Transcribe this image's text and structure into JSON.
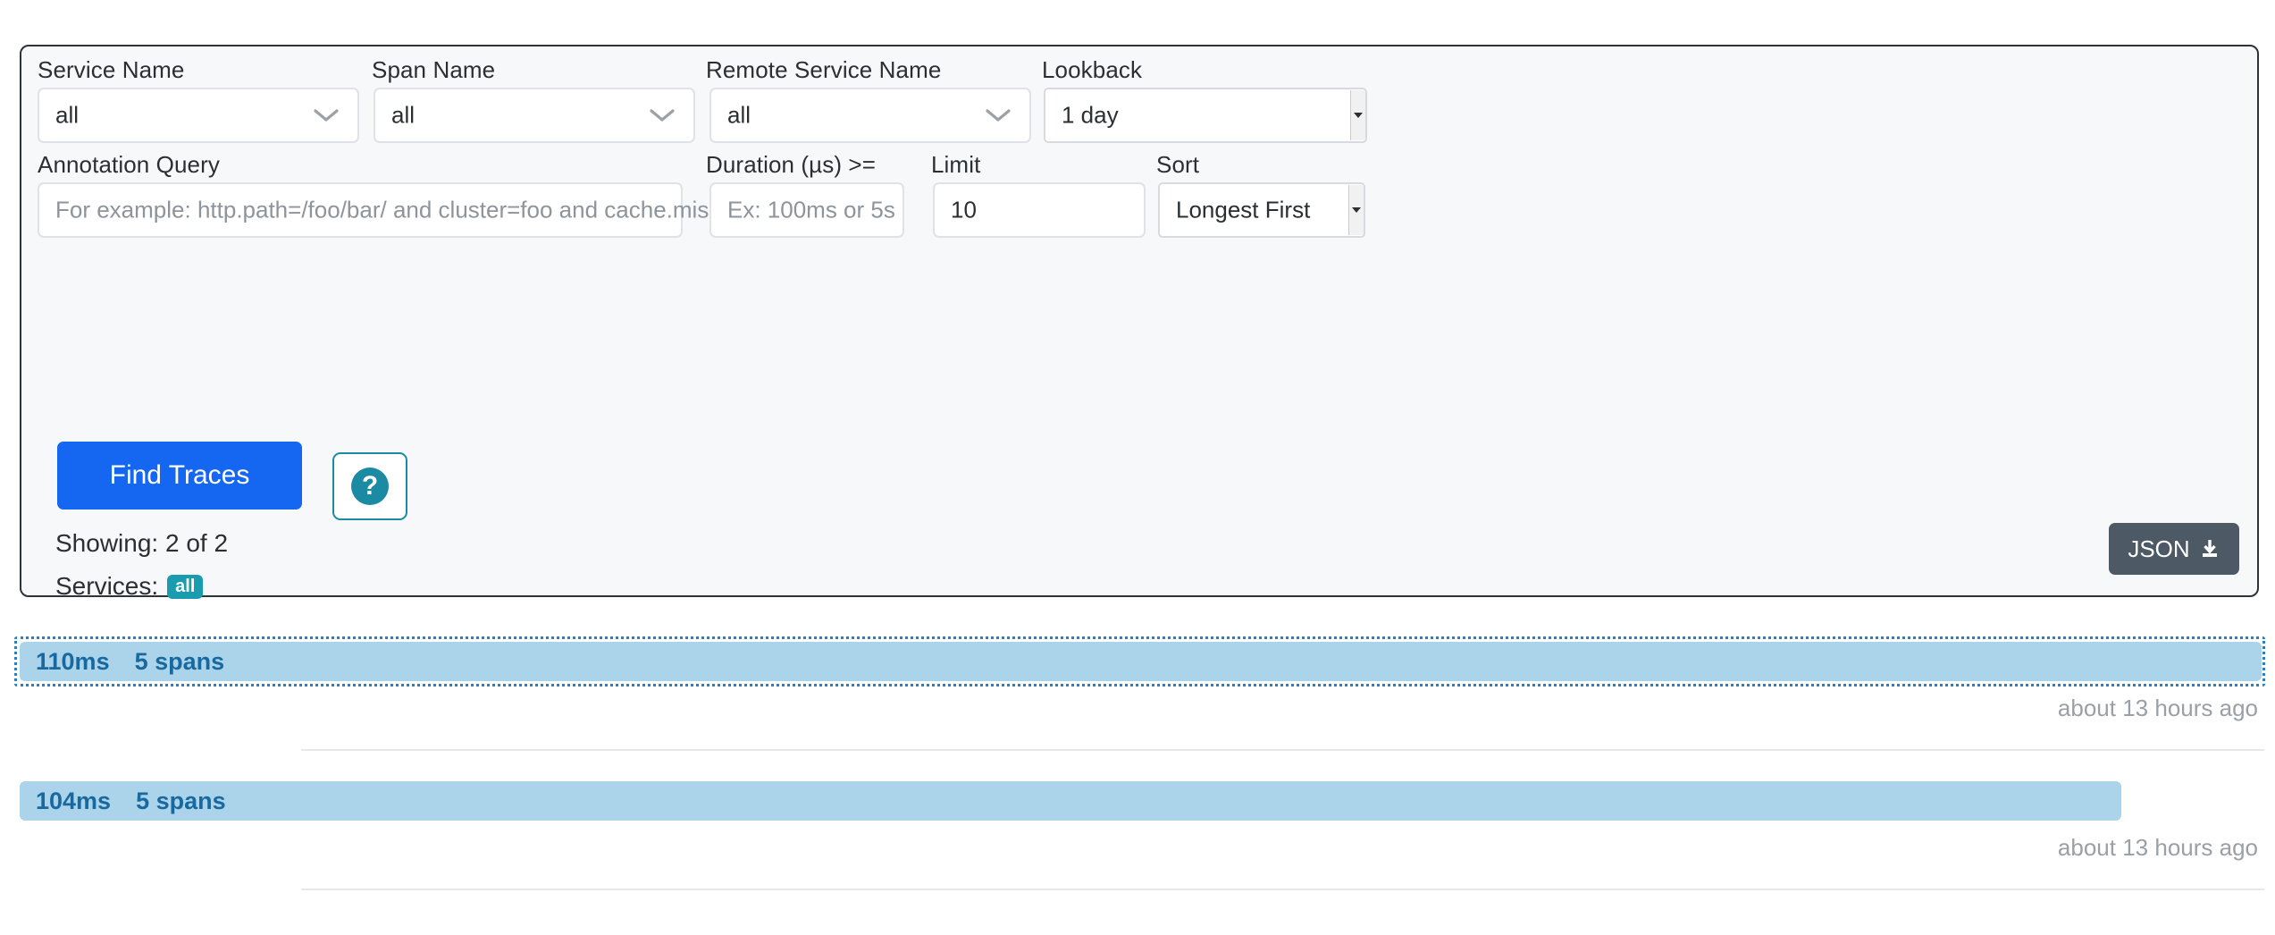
{
  "search": {
    "row1": [
      {
        "label": "Service Name",
        "value": "all",
        "is_placeholder": false,
        "icon": "chevron-down-icon"
      },
      {
        "label": "Span Name",
        "value": "all",
        "is_placeholder": false,
        "icon": "chevron-down-icon"
      },
      {
        "label": "Remote Service Name",
        "value": "all",
        "is_placeholder": false,
        "icon": "chevron-down-icon"
      },
      {
        "label": "Lookback",
        "value": "1 day",
        "is_placeholder": false,
        "icon": "select-arrow-icon"
      }
    ],
    "row2": [
      {
        "label": "Annotation Query",
        "value": "For example: http.path=/foo/bar/ and cluster=foo and cache.miss",
        "is_placeholder": true
      },
      {
        "label": "Duration (µs) >=",
        "value": "Ex: 100ms or 5s",
        "is_placeholder": true
      },
      {
        "label": "Limit",
        "value": "10",
        "is_placeholder": false
      },
      {
        "label": "Sort",
        "value": "Longest First",
        "is_placeholder": false,
        "icon": "select-arrow-icon"
      }
    ],
    "find_button": "Find Traces",
    "help_glyph": "?",
    "showing": "Showing: 2 of 2",
    "services_label": "Services:",
    "services_badge": "all",
    "json_button": "JSON"
  },
  "results": [
    {
      "duration": "110ms",
      "spans": "5 spans",
      "time": "about 13 hours ago",
      "width_pct": 100,
      "focused": true
    },
    {
      "duration": "104ms",
      "spans": "5 spans",
      "time": "about 13 hours ago",
      "width_pct": 94.5,
      "focused": false
    }
  ],
  "colors": {
    "primary_button": "#1566f0",
    "teal_accent": "#1a8ba3",
    "badge_teal": "#1a9cb0",
    "bar_fill": "#abd4ea",
    "bar_text": "#18699f",
    "json_button": "#4d5a66",
    "panel_bg": "#f7f8fa",
    "panel_border": "#2e3338"
  }
}
